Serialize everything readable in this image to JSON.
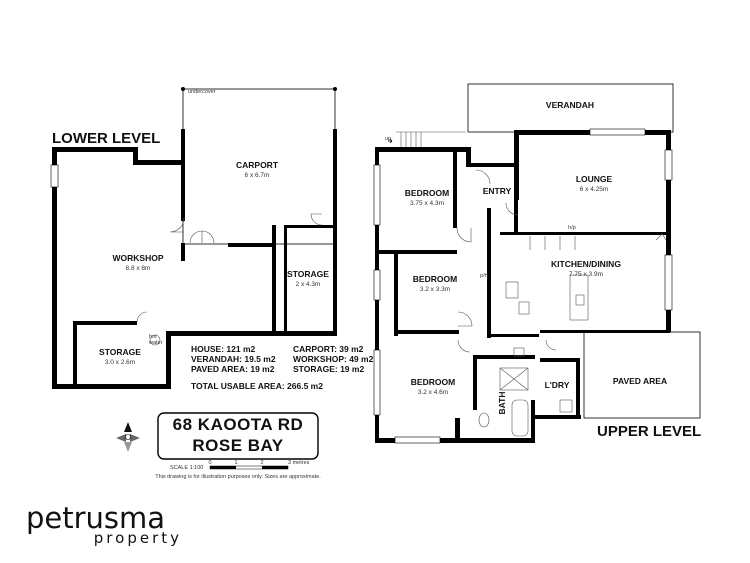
{
  "levels": {
    "lower": "LOWER LEVEL",
    "upper": "UPPER LEVEL"
  },
  "lower_rooms": {
    "carport": {
      "name": "CARPORT",
      "dim": "6 x 6.7m"
    },
    "workshop": {
      "name": "WORKSHOP",
      "dim": "8.8 x 8m"
    },
    "storage_a": {
      "name": "STORAGE",
      "dim": "2 x 4.3m"
    },
    "storage_b": {
      "name": "STORAGE",
      "dim": "3.0 x 2.6m"
    }
  },
  "upper_rooms": {
    "verandah": {
      "name": "VERANDAH"
    },
    "lounge": {
      "name": "LOUNGE",
      "dim": "6 x 4.25m"
    },
    "bedroom1": {
      "name": "BEDROOM",
      "dim": "3.75 x 4.3m"
    },
    "entry": {
      "name": "ENTRY"
    },
    "kitchen": {
      "name": "KITCHEN/DINING",
      "dim": "7.75 x 3.9m"
    },
    "bedroom2": {
      "name": "BEDROOM",
      "dim": "3.2 x 3.3m"
    },
    "bedroom3": {
      "name": "BEDROOM",
      "dim": "3.2 x 4.6m"
    },
    "bath": {
      "name": "BATH"
    },
    "ldry": {
      "name": "L'DRY"
    },
    "paved": {
      "name": "PAVED AREA"
    }
  },
  "annotations": {
    "undercover": "undercover",
    "hot_water": "hot water",
    "up": "up",
    "hp": "h/p",
    "pth": "p/h"
  },
  "areas": {
    "house": "HOUSE: 121 m2",
    "verandah": "VERANDAH: 19.5 m2",
    "paved": "PAVED AREA: 19 m2",
    "carport": "CARPORT: 39 m2",
    "workshop": "WORKSHOP: 49 m2",
    "storage": "STORAGE: 19 m2",
    "total": "TOTAL USABLE AREA: 266.5 m2"
  },
  "address": {
    "line1": "68 KAOOTA RD",
    "line2": "ROSE BAY"
  },
  "scale": {
    "label": "SCALE 1:100",
    "ticks": [
      "0",
      "1",
      "2",
      "3 metres"
    ],
    "disclaimer": "This drawing is for illustration purposes only. Sizes are approximate."
  },
  "brand": {
    "name": "petrusma",
    "sub": "property"
  }
}
